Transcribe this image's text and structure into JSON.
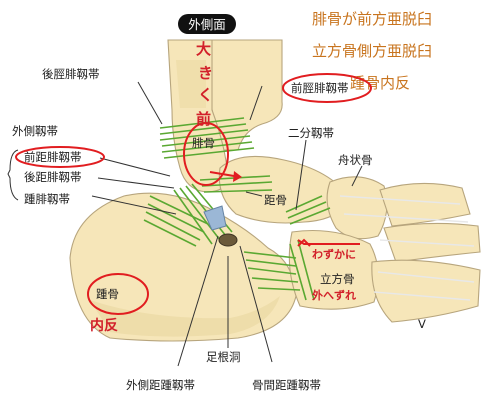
{
  "header": {
    "view_label": "外側面"
  },
  "notes": [
    "腓骨が前方亜脱臼",
    "立方骨側方亜脱臼",
    "踵骨内反"
  ],
  "labels": {
    "posterior_tibiofibular": "後脛腓靱帯",
    "anterior_tibiofibular": "前脛腓靱帯",
    "lateral_ligament_group": "外側靱帯",
    "anterior_talofibular": "前距腓靱帯",
    "posterior_talofibular": "後距腓靱帯",
    "calcaneofibular": "踵腓靱帯",
    "bifurcate": "二分靱帯",
    "navicular": "舟状骨",
    "fibula": "腓骨",
    "talus": "距骨",
    "cuboid": "立方骨",
    "calcaneus": "踵骨",
    "sinus_tarsi": "足根洞",
    "lateral_talocalcaneal": "外側距踵靱帯",
    "interosseous_talocalcaneal": "骨間距踵靱帯",
    "metatarsal_v": "V"
  },
  "handwriting": {
    "fibula_forward": "大きく前",
    "cuboid_note_line1": "わずかに",
    "cuboid_note_line2": "外へずれ",
    "calcaneus_varus": "内反"
  },
  "colors": {
    "bone": "#f6e6b9",
    "ligament": "#5aa832",
    "annotation": "#e11d20",
    "note_text": "#c8741e"
  }
}
